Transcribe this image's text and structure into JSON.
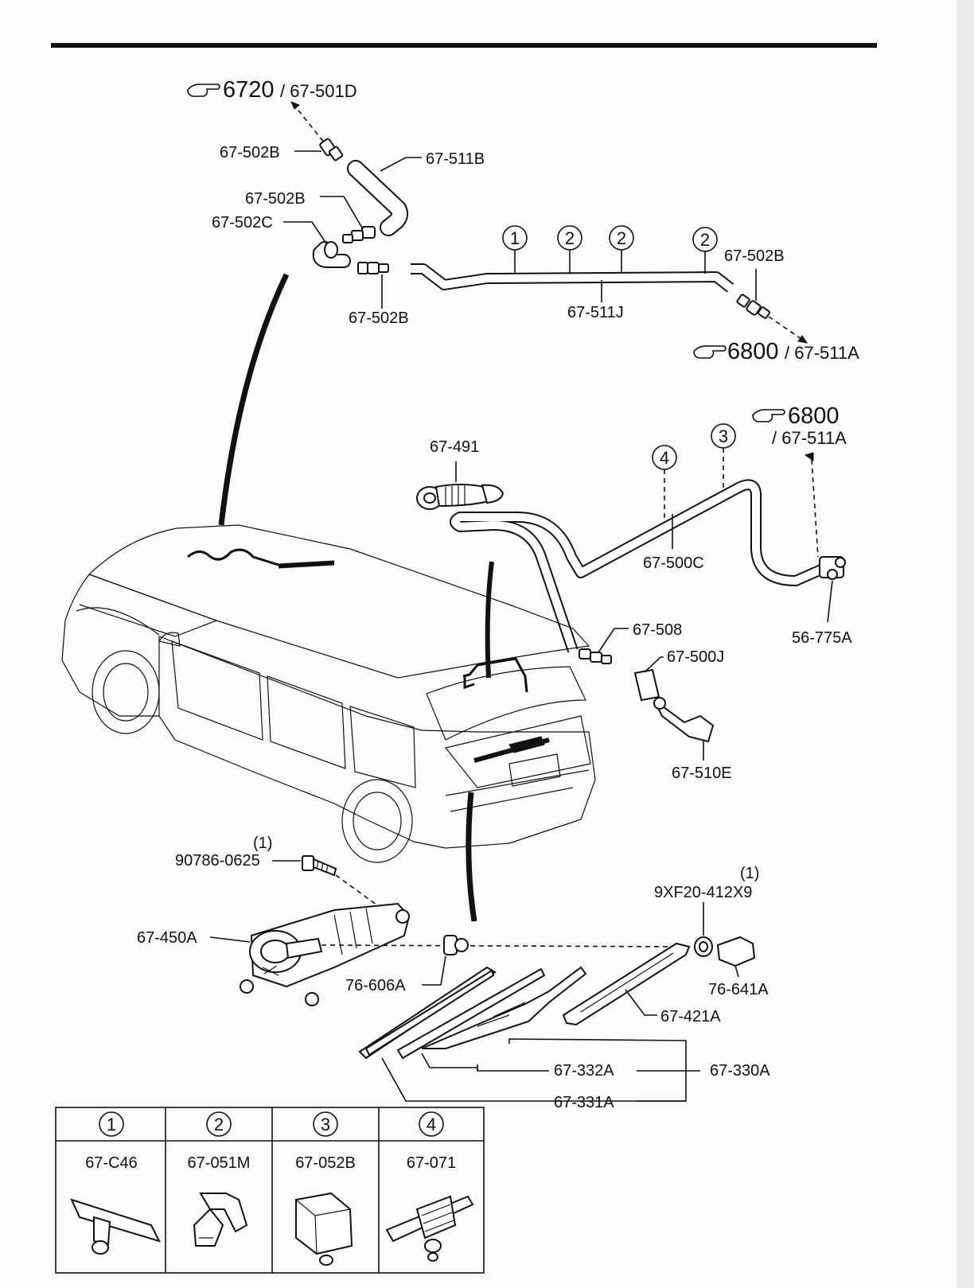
{
  "refs": {
    "top": {
      "num": "6720",
      "code": "/ 67-501D"
    },
    "right1": {
      "num": "6800",
      "code": "/ 67-511A"
    },
    "right2": {
      "num": "6800",
      "code": "/ 67-511A"
    }
  },
  "callouts": {
    "p502b_1": "67-502B",
    "p511b": "67-511B",
    "p502b_2": "67-502B",
    "p502c": "67-502C",
    "p502b_3": "67-502B",
    "p511j": "67-511J",
    "p502b_4": "67-502B",
    "p491": "67-491",
    "p500c": "67-500C",
    "p775a": "56-775A",
    "p508": "67-508",
    "p500j": "67-500J",
    "p510e": "67-510E",
    "bolt_qty": "(1)",
    "bolt": "90786-0625",
    "p450a": "67-450A",
    "p606a": "76-606A",
    "nut_qty": "(1)",
    "nut": "9XF20-412X9",
    "p641a": "76-641A",
    "p421a": "67-421A",
    "p332a": "67-332A",
    "p330a": "67-330A",
    "p331a": "67-331A"
  },
  "circle_numbers": {
    "c1": "1",
    "c2a": "2",
    "c2b": "2",
    "c2c": "2",
    "c3": "3",
    "c4": "4"
  },
  "clips_table": [
    {
      "num": "1",
      "part": "67-C46"
    },
    {
      "num": "2",
      "part": "67-051M"
    },
    {
      "num": "3",
      "part": "67-052B"
    },
    {
      "num": "4",
      "part": "67-071"
    }
  ],
  "icons": {
    "reference_hand": "pointing-hand-icon"
  }
}
